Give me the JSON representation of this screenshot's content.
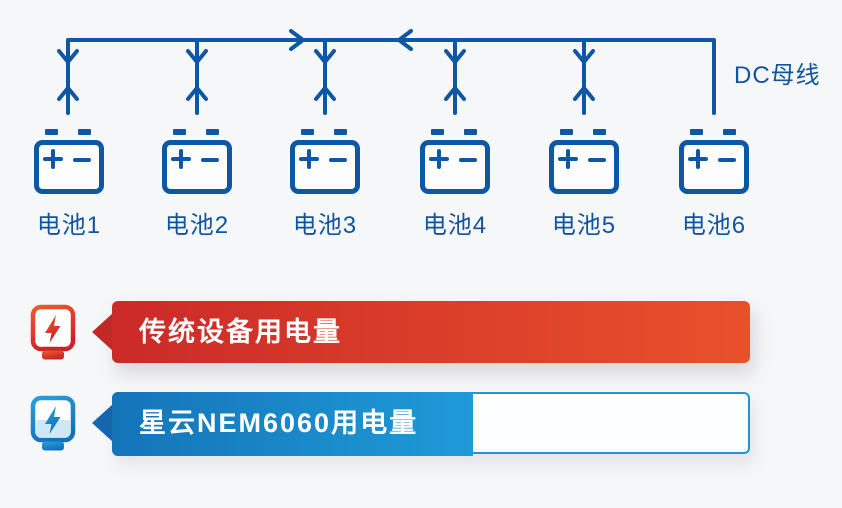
{
  "background_color": "#f6f7f9",
  "wire_color": "#0d57a5",
  "text_color": "#11549f",
  "diagram": {
    "bus_label": "DC母线",
    "batteries": [
      {
        "label": "电池1"
      },
      {
        "label": "电池2"
      },
      {
        "label": "电池3"
      },
      {
        "label": "电池4"
      },
      {
        "label": "电池5"
      },
      {
        "label": "电池6"
      }
    ],
    "battery_flow": "bidirectional arrows between each battery and DC bus",
    "bus_flow": "arrows on bus converge toward center"
  },
  "legend": {
    "rows": [
      {
        "id": "traditional",
        "icon": "power-meter-lightning-icon",
        "label": "传统设备用电量",
        "bar_style": "solid",
        "relative_length_pct": 100,
        "color_start": "#cb2a27",
        "color_end": "#e8512c"
      },
      {
        "id": "nebula-nem6060",
        "icon": "power-meter-lightning-icon",
        "label": "星云NEM6060用电量",
        "bar_style": "partial-fill-with-outline",
        "relative_length_pct": 56,
        "color_start": "#1474b8",
        "color_end": "#1f9bd8",
        "outline_color": "#2095d5"
      }
    ]
  }
}
